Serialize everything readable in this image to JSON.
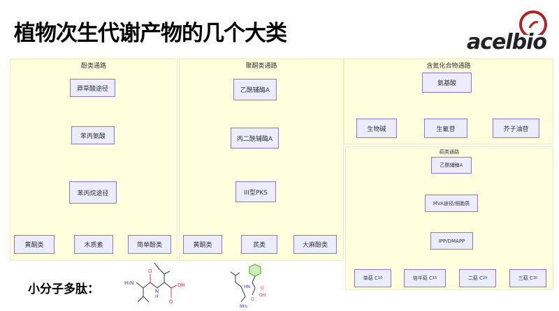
{
  "title": "植物次生代谢产物的几个大类",
  "logo": "acelbio",
  "panels": {
    "phenol": {
      "title": "酚类通路",
      "nodes": [
        "莽草酸途径",
        "苯丙氨酸",
        "苯丙烷途径",
        "黄酮类",
        "木质素",
        "简单酚类"
      ]
    },
    "polyketide": {
      "title": "聚酮类通路",
      "nodes": [
        "乙酰辅酶A",
        "丙二酰辅酶A",
        "III型PKS",
        "黄酮类",
        "芪类",
        "大麻酚类"
      ]
    },
    "nitrogen": {
      "title": "含氮化合物通路",
      "nodes": [
        "氨基酸",
        "生物碱",
        "生氰苷",
        "芥子油苷"
      ]
    },
    "terpene": {
      "title": "萜类通路",
      "nodes": [
        "乙酰辅酶A",
        "MVA途径/细胞质",
        "IPP/DMAPP",
        "单萜 C",
        "倍半萜 C",
        "二萜 C",
        "三萜 C"
      ],
      "subs": [
        "10",
        "15",
        "20",
        "30"
      ]
    }
  },
  "peptides": {
    "label": "小分子多肽：",
    "mol1": [
      "H₂N",
      "N",
      "H",
      "OH",
      "O",
      "O"
    ],
    "mol2": [
      "HN",
      "OH",
      "O",
      "NH₂",
      "O"
    ]
  }
}
